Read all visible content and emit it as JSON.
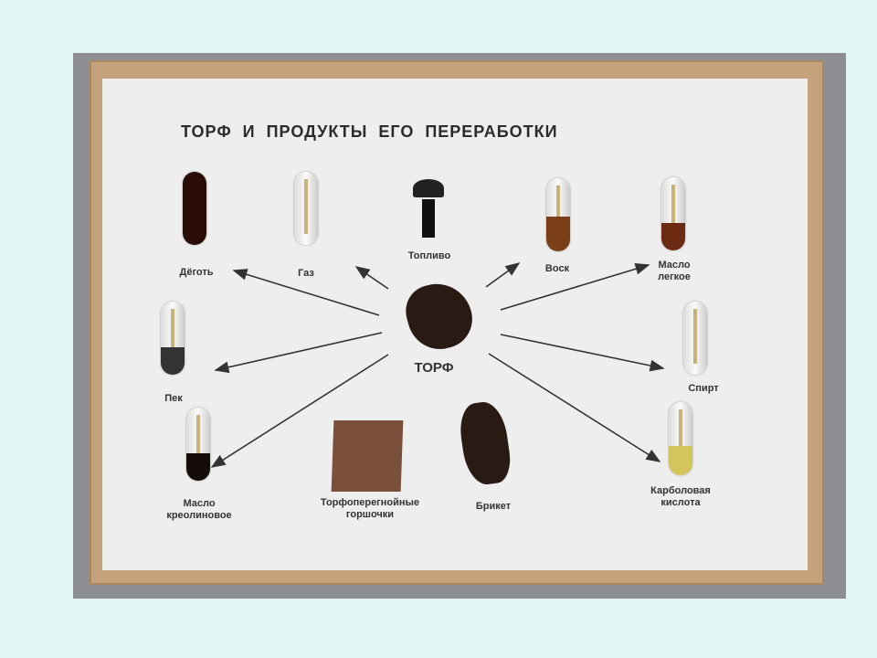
{
  "title": "ТОРФ И ПРОДУКТЫ  ЕГО ПЕРЕРАБОТКИ",
  "center": "ТОРФ",
  "labels": {
    "degot": "Дёготь",
    "gaz": "Газ",
    "toplivo": "Топливо",
    "vosk": "Воск",
    "maslo_legkoe": [
      "Масло",
      "легкое"
    ],
    "pek": "Пек",
    "spirt": "Спирт",
    "maslo_kreolinovoe": [
      "Масло",
      "креолиновое"
    ],
    "gorshochki": [
      "Торфоперегнойные",
      "горшочки"
    ],
    "briket": "Брикет",
    "karbolovaya": [
      "Карболовая",
      "кислота"
    ]
  },
  "colors": {
    "slide_bg": "#e2f6f3",
    "box": "#c4a27c",
    "card": "#eeeeee"
  }
}
